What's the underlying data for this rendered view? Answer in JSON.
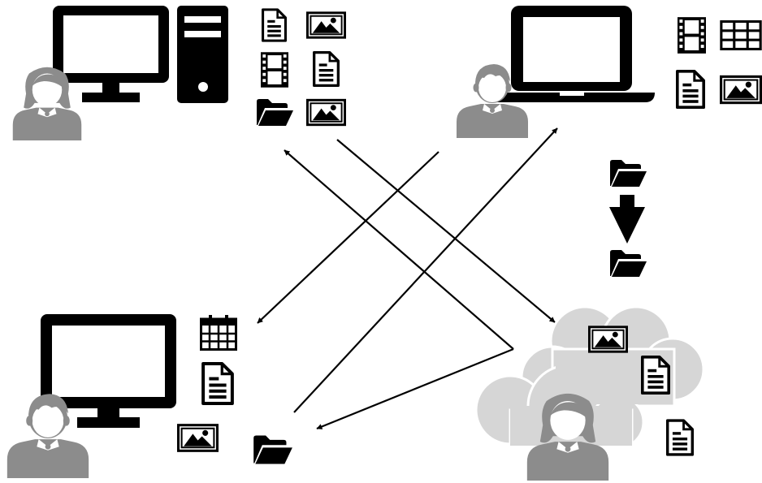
{
  "colors": {
    "ink": "#000000",
    "person": "#8c8c8c",
    "cloud": "#d6d6d6",
    "cloud_outline": "#ffffff",
    "background": "#ffffff"
  },
  "nodes": [
    {
      "id": "top-left",
      "device": "desktop-tower-computer-icon",
      "person": "woman-icon",
      "files": [
        "document-icon",
        "image-icon",
        "video-icon",
        "document-icon",
        "folder-icon",
        "image-icon"
      ]
    },
    {
      "id": "top-right",
      "device": "laptop-icon",
      "person": "man-icon",
      "files": [
        "video-icon",
        "spreadsheet-icon",
        "document-icon",
        "image-icon"
      ]
    },
    {
      "id": "bottom-left",
      "device": "monitor-icon",
      "person": "man-icon",
      "files": [
        "calendar-icon",
        "document-icon",
        "image-icon",
        "folder-icon"
      ]
    },
    {
      "id": "bottom-right",
      "device": "cloud-icon",
      "person": "woman-icon",
      "files": [
        "image-icon",
        "document-icon",
        "document-icon"
      ]
    }
  ],
  "transfer": {
    "from": "folder-icon",
    "direction": "down-arrow-icon",
    "to": "folder-icon"
  },
  "connections": [
    {
      "from": "top-right",
      "to": "bottom-left"
    },
    {
      "from": "bottom-left",
      "to": "top-right"
    },
    {
      "from": "top-left",
      "to": "bottom-right"
    },
    {
      "from": "bottom-right",
      "to": "top-left"
    },
    {
      "from": "bottom-right",
      "to": "bottom-left"
    }
  ]
}
